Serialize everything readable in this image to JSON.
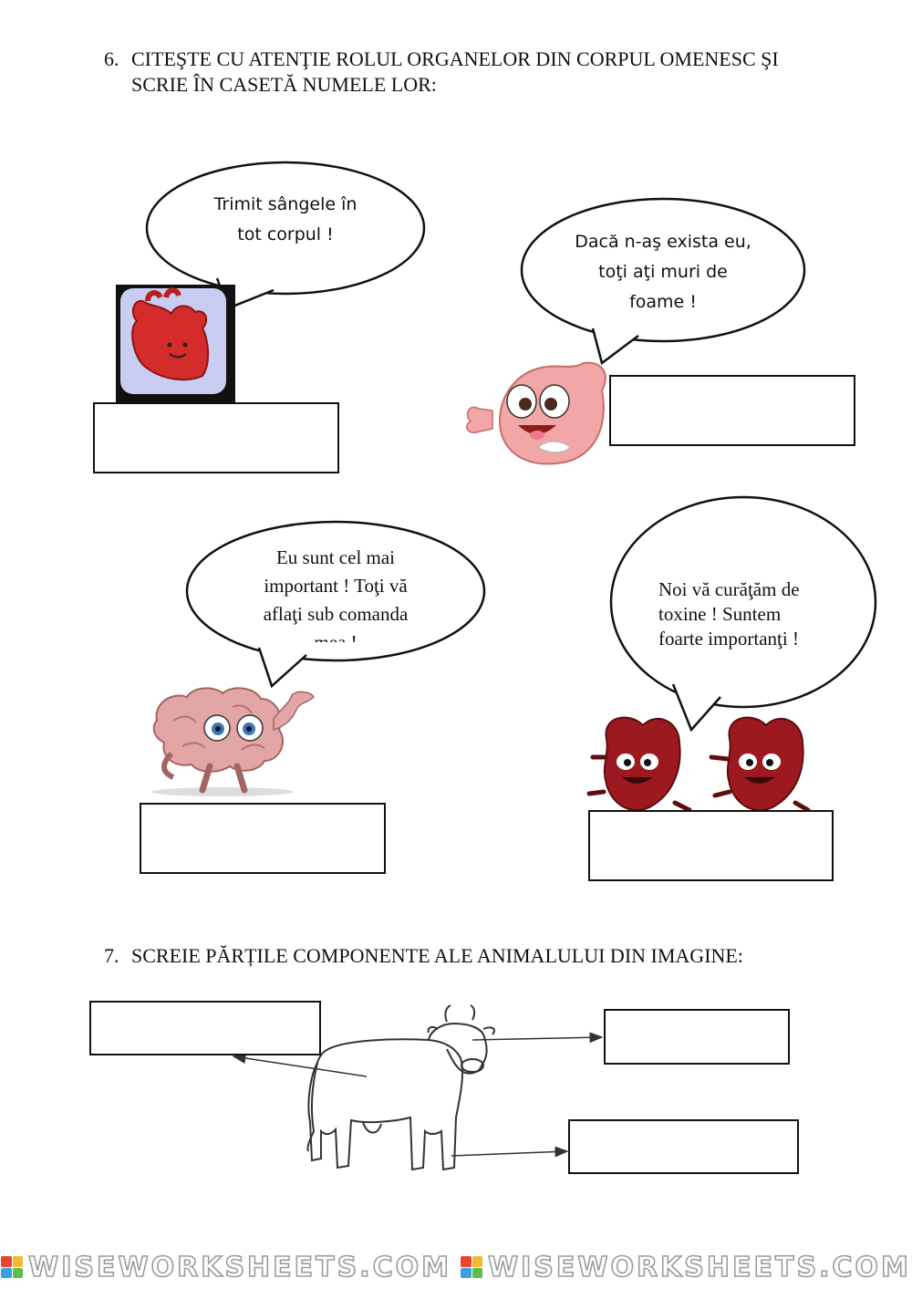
{
  "exercise6": {
    "number": "6.",
    "line1": "CITEŞTE CU ATENŢIE ROLUL ORGANELOR DIN CORPUL OMENESC ŞI",
    "line2": "SCRIE  ÎN CASETĂ NUMELE LOR:",
    "organs": [
      {
        "name": "heart",
        "lines": [
          "Trimit sângele în",
          "tot corpul !"
        ]
      },
      {
        "name": "stomach",
        "lines": [
          "Dacă n-aş exista eu,",
          "toţi aţi muri de",
          "foame !"
        ]
      },
      {
        "name": "brain",
        "lines": [
          "Eu sunt cel mai",
          "important ! Toţi vă",
          "aflaţi sub comanda",
          "mea !"
        ]
      },
      {
        "name": "kidneys",
        "lines": [
          "Noi vă curăţăm de",
          "toxine ! Suntem",
          "foarte importanţi !"
        ]
      }
    ]
  },
  "exercise7": {
    "number": "7.",
    "text": "SCREIE PĂRȚILE COMPONENTE ALE ANIMALULUI DIN IMAGINE:"
  },
  "footer": {
    "logo_text": "WISEWORKSHEETS.COM",
    "logo_colors": [
      "#e8432e",
      "#f5b82e",
      "#3aa0e0",
      "#5bbf4a"
    ]
  },
  "colors": {
    "heart": "#d42b2b",
    "heart_bg": "#c9cdf2",
    "stomach": "#f3a6a6",
    "brain": "#e3a6a6",
    "kidney": "#9c1a1f"
  }
}
